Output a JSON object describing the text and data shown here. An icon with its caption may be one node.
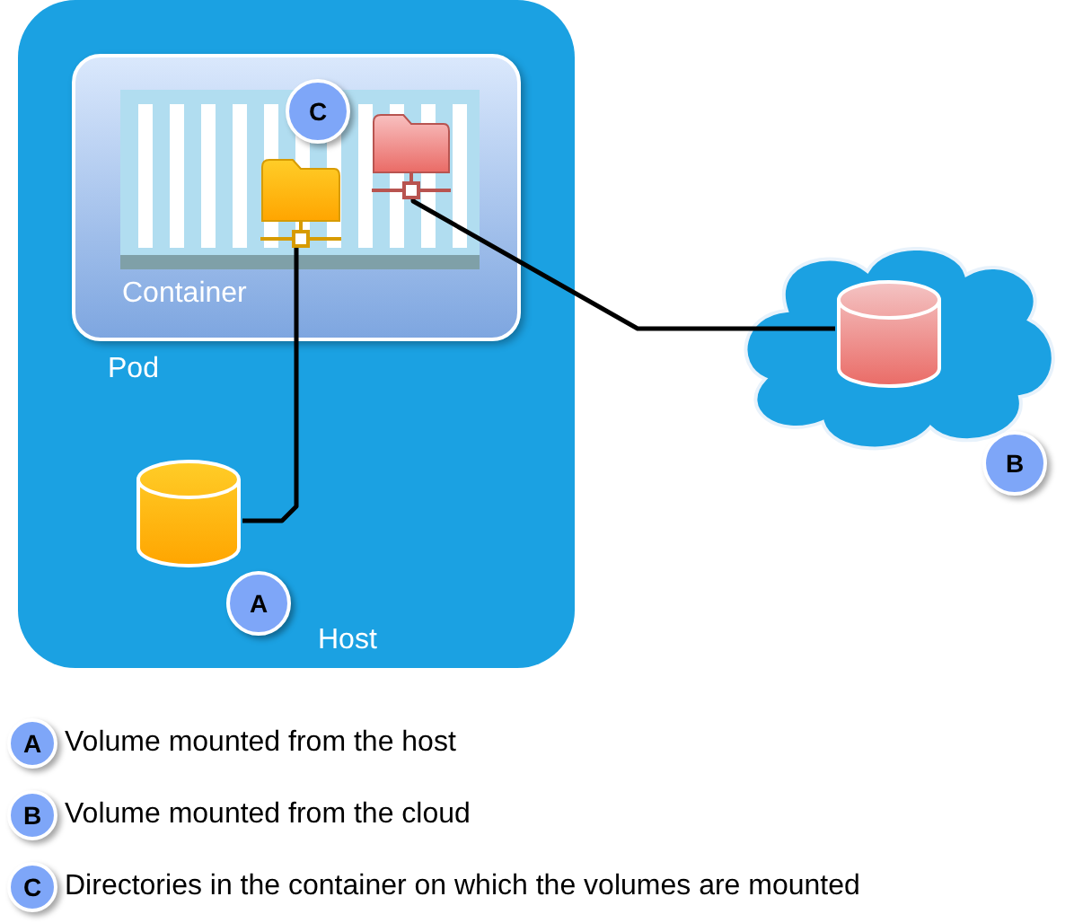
{
  "diagram": {
    "nodes": [
      {
        "text": [
          "Host"
        ]
      },
      {
        "text": [
          "Container"
        ],
        "in": 0
      },
      {
        "text": [],
        "shape": "box",
        "in": 1
      },
      {
        "text": [],
        "shape": "folder",
        "in": 2
      },
      {
        "text": [],
        "shape": "folder",
        "in": 2
      },
      {
        "text": [
          "C"
        ],
        "in": 1
      },
      {
        "text": [],
        "shape": "cylinder",
        "in": 0
      },
      {
        "text": [
          "A"
        ],
        "in": 0
      },
      {
        "text": [],
        "shape": "cloud"
      },
      {
        "text": [],
        "shape": "cylinder",
        "in": 8
      },
      {
        "text": [
          "B"
        ]
      },
      {
        "text": [
          "A"
        ],
        "beside": [
          "Volume mounted from the host"
        ]
      },
      {
        "text": [
          "B"
        ],
        "beside": [
          "Volume mounted from the cloud"
        ]
      },
      {
        "text": [
          "C"
        ],
        "beside": [
          "Directories in the container on which the volumes are mounted"
        ]
      }
    ],
    "edges": [
      {
        "from": 3,
        "to": 6,
        "arrow": "none"
      },
      {
        "from": 4,
        "to": 9,
        "arrow": "none"
      }
    ],
    "labels": [
      "Pod"
    ]
  }
}
